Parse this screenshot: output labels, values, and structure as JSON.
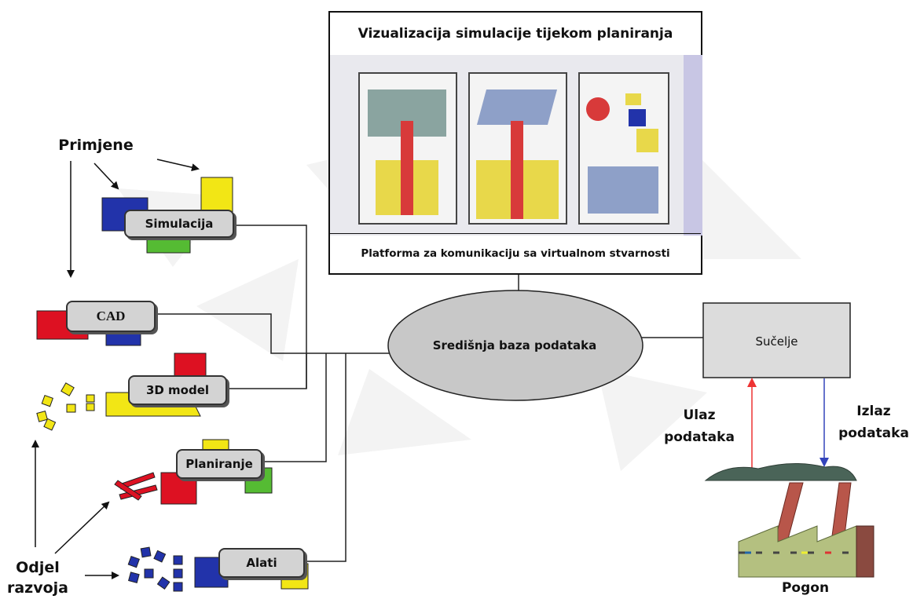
{
  "panel": {
    "title": "Vizualizacija simulacije tijekom planiranja",
    "subtitle": "Platforma za komunikaciju sa virtualnom stvarnosti"
  },
  "hub": {
    "label": "Središnja baza podataka"
  },
  "interface": {
    "label": "Sučelje"
  },
  "applications": {
    "heading": "Primjene",
    "items": [
      "Simulacija",
      "CAD",
      "3D model",
      "Planiranje",
      "Alati"
    ]
  },
  "department": {
    "label_line1": "Odjel",
    "label_line2": "razvoja"
  },
  "data_flow": {
    "input_line1": "Ulaz",
    "input_line2": "podataka",
    "output_line1": "Izlaz",
    "output_line2": "podataka"
  },
  "plant": {
    "label": "Pogon"
  },
  "colors": {
    "blue": "#2233aa",
    "red": "#dd1122",
    "yellow": "#f2e615",
    "green": "#55bb33",
    "gray_fill": "#c8c8c8",
    "input_arrow": "#ee3333",
    "output_arrow": "#3344bb"
  },
  "icons": [
    "arrow-icon",
    "factory-icon",
    "cube-icon"
  ]
}
